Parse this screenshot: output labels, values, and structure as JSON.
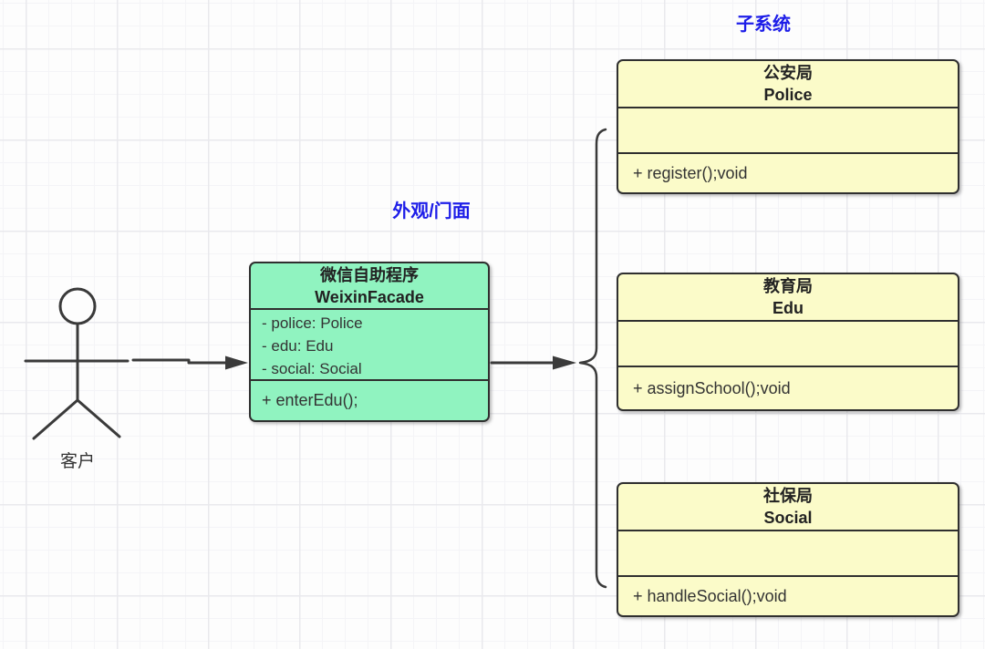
{
  "colors": {
    "class_fill_yellow": "#fbfbc9",
    "class_fill_green": "#90f3c0",
    "border": "#2f2f2f",
    "label_blue": "#1d1de8",
    "line": "#3a3a3a"
  },
  "labels": {
    "subsystem": "子系统",
    "facade": "外观/门面",
    "actor": "客户"
  },
  "classes": {
    "facade": {
      "name_cn": "微信自助程序",
      "name_en": "WeixinFacade",
      "attributes": [
        "- police: Police",
        "- edu: Edu",
        "- social: Social"
      ],
      "methods": [
        "+ enterEdu();"
      ]
    },
    "subsystems": [
      {
        "name_cn": "公安局",
        "name_en": "Police",
        "methods": [
          "+ register();void"
        ]
      },
      {
        "name_cn": "教育局",
        "name_en": "Edu",
        "methods": [
          "+ assignSchool();void"
        ]
      },
      {
        "name_cn": "社保局",
        "name_en": "Social",
        "methods": [
          "+ handleSocial();void"
        ]
      }
    ]
  }
}
